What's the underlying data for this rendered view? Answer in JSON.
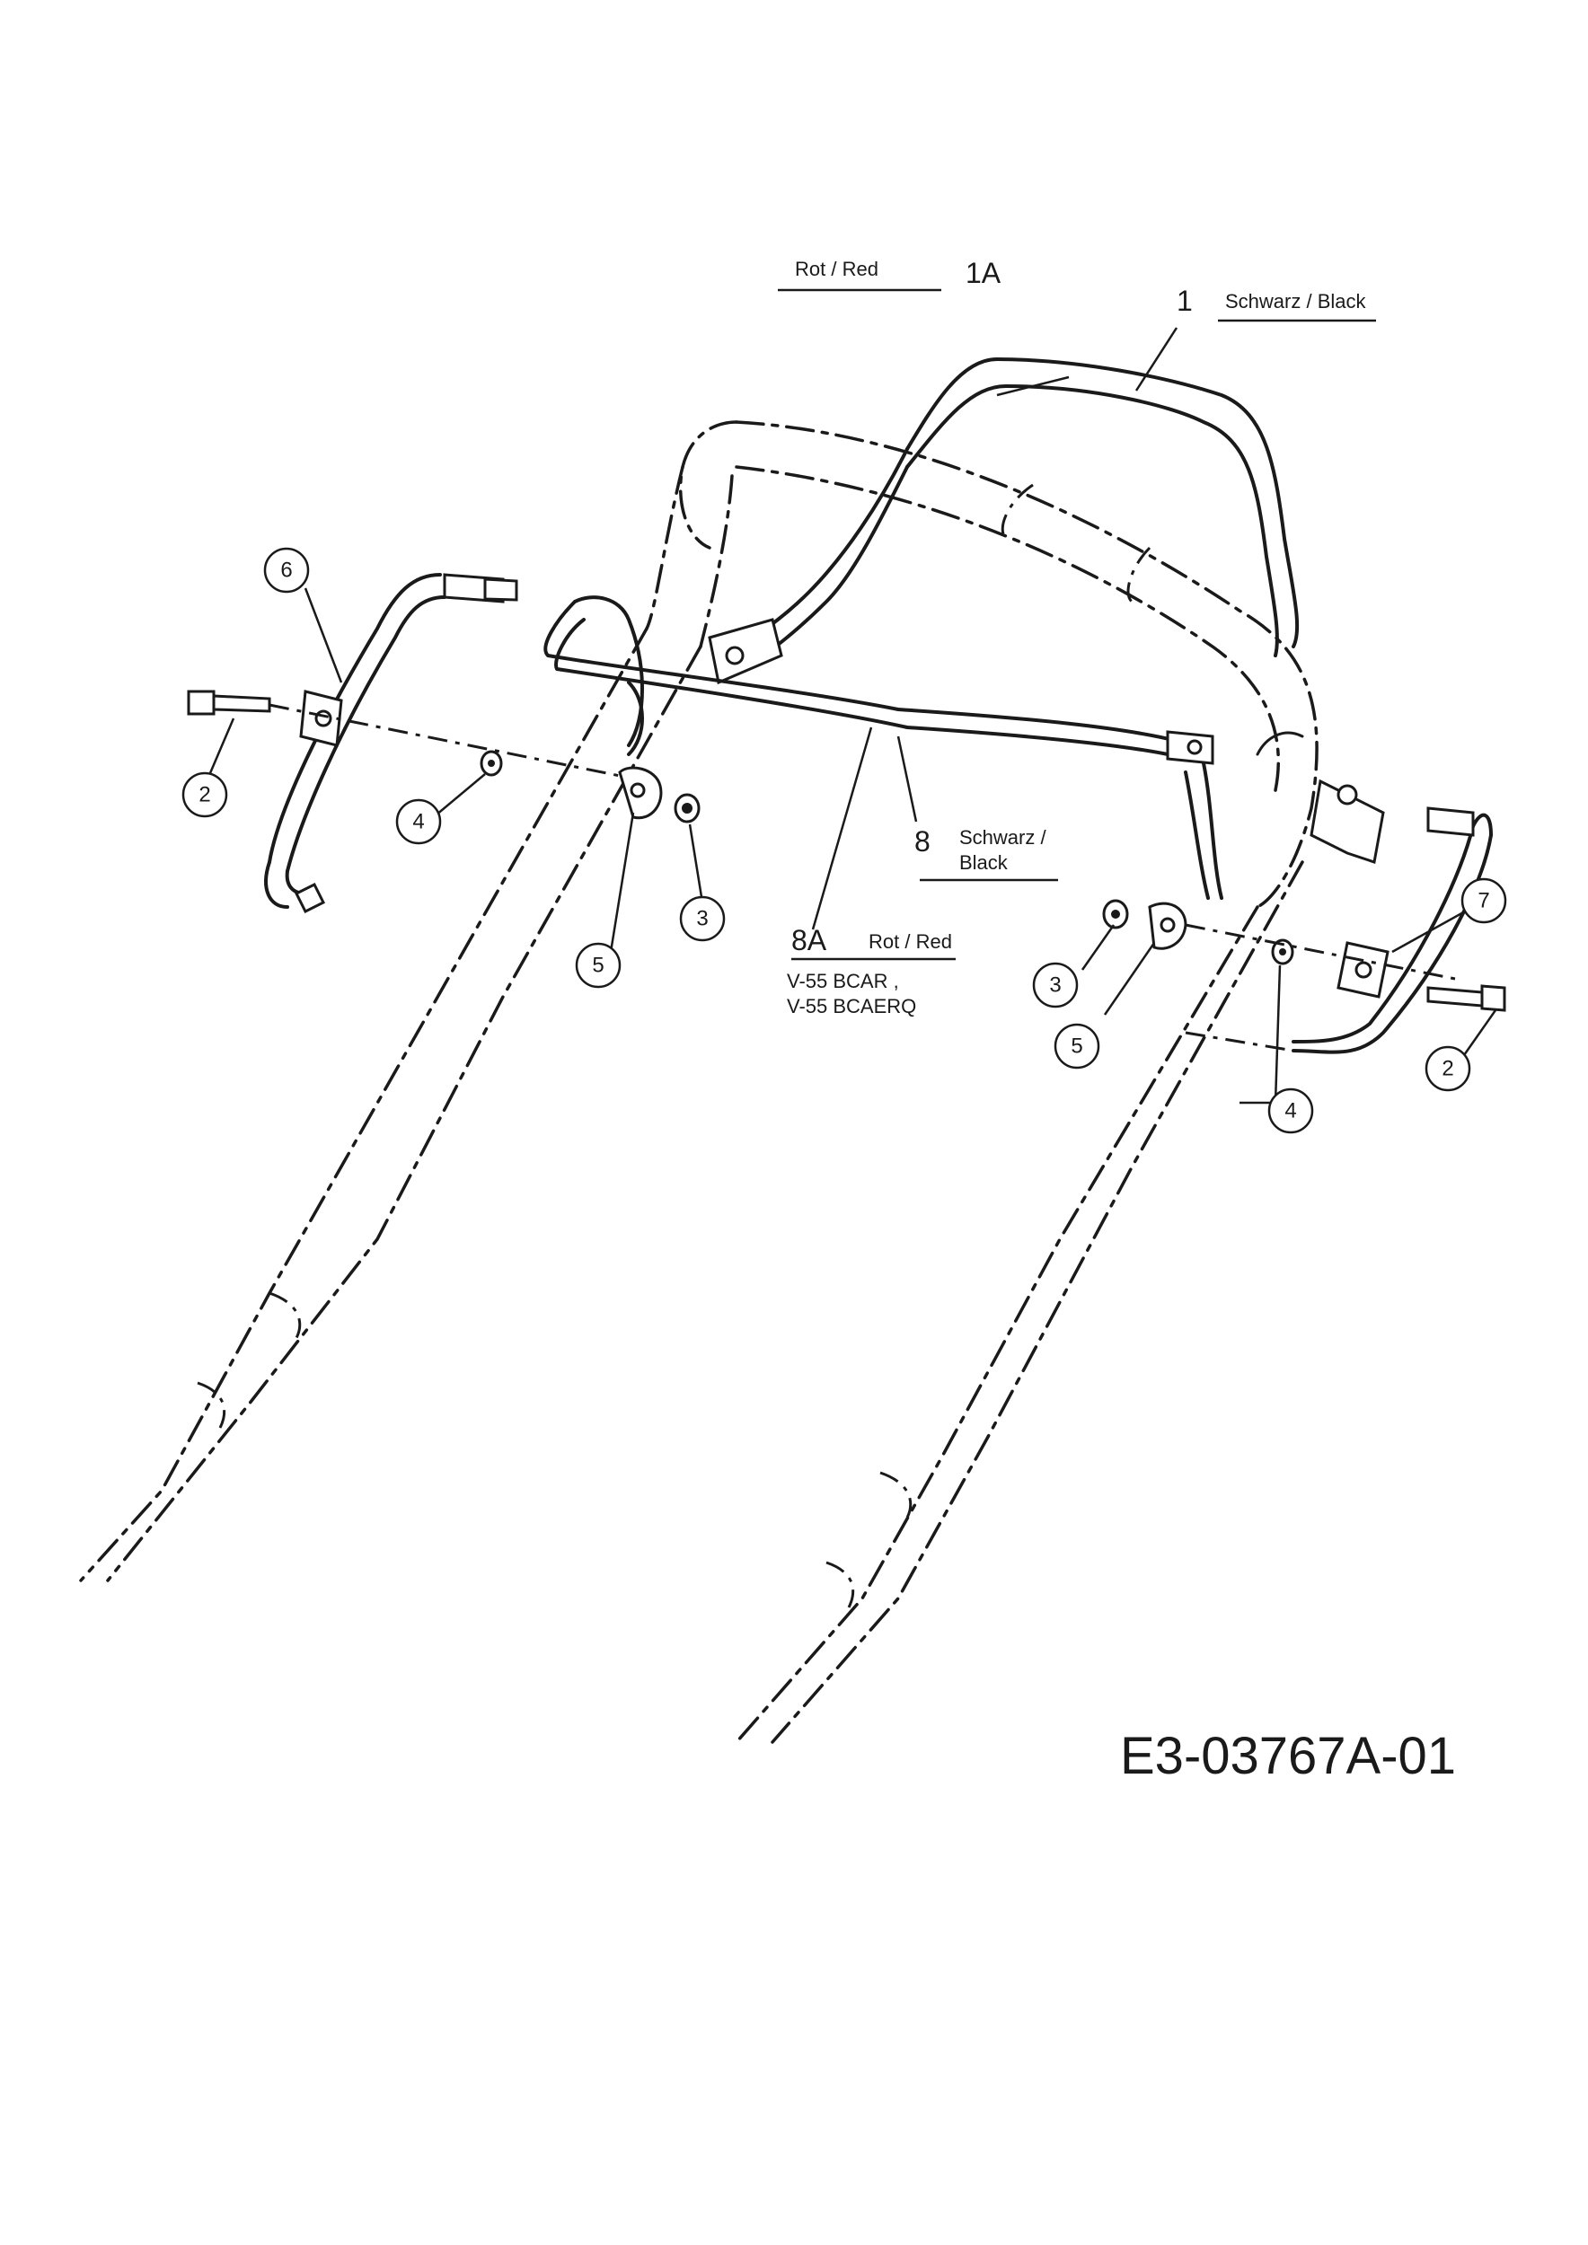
{
  "callouts": {
    "c6": "6",
    "c2_left": "2",
    "c4_left": "4",
    "c5_left": "5",
    "c3_left": "3",
    "c7": "7",
    "c3_right": "3",
    "c5_right": "5",
    "c2_right": "2",
    "c4_right": "4"
  },
  "labels": {
    "rot_red_top": "Rot / Red",
    "p1A": "1A",
    "p1": "1",
    "schwarz_black_top": "Schwarz / Black",
    "p8": "8",
    "schwarz_line1": "Schwarz /",
    "schwarz_line2": "Black",
    "p8A": "8A",
    "rot_red_8A": "Rot / Red",
    "model_line1": "V-55 BCAR ,",
    "model_line2": "V-55 BCAERQ"
  },
  "drawing_number": "E3-03767A-01"
}
